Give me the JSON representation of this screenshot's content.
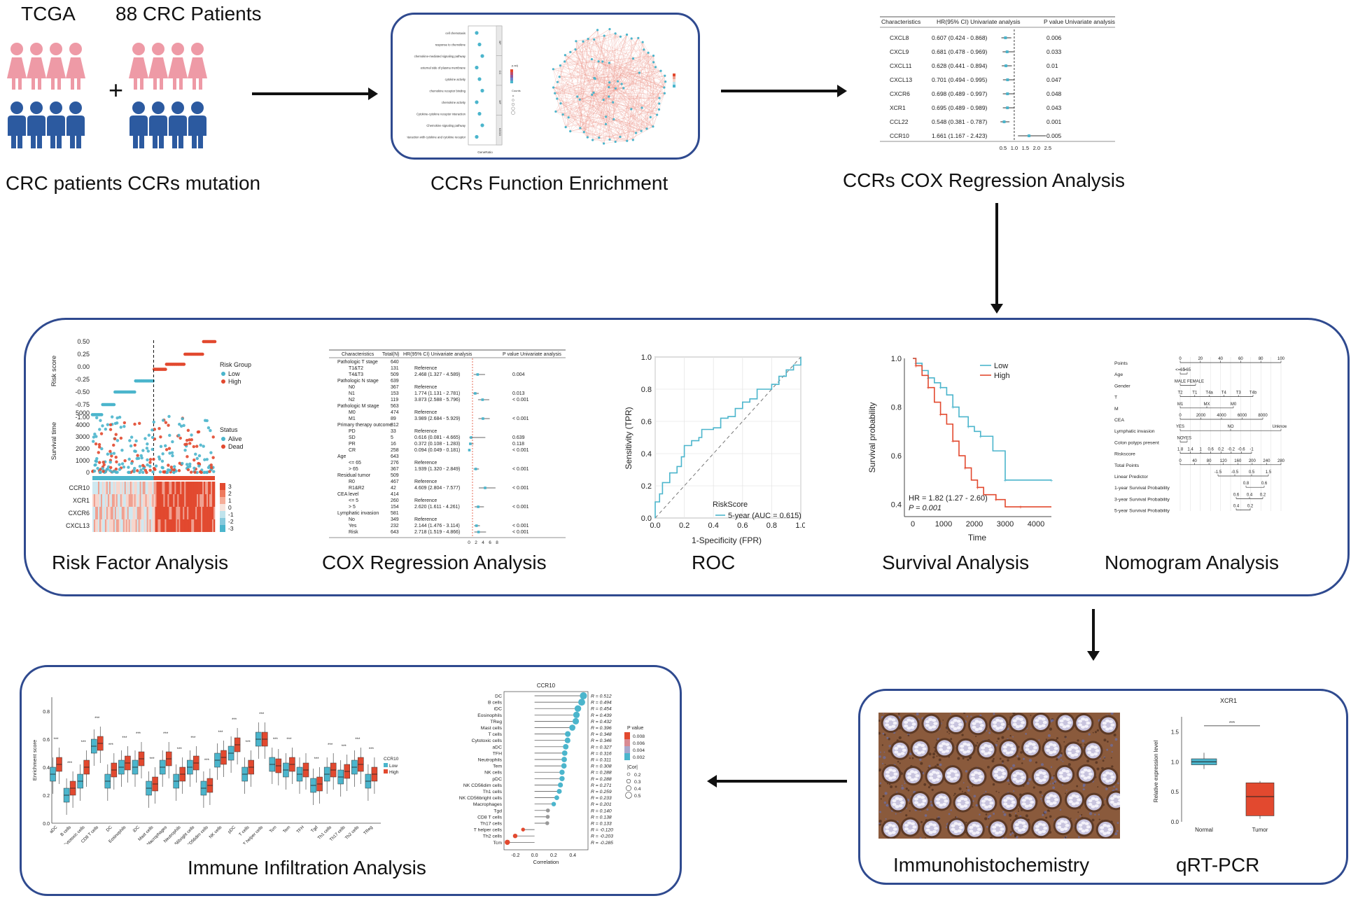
{
  "colors": {
    "panel_border": "#2f4a8f",
    "pink": "#ee9aa6",
    "blue": "#2c5aa0",
    "low": "#4bb5cc",
    "high": "#e2492f",
    "arrow": "#111111"
  },
  "top": {
    "tcga": "TCGA",
    "patients": "88 CRC Patients",
    "plus": "+",
    "cap1": "CRC patients CCRs mutation",
    "cap2": "CCRs Function Enrichment",
    "cap3": "CCRs COX Regression Analysis"
  },
  "enrichment": {
    "terms": [
      "cell chemotaxis",
      "response to chemokine",
      "chemokine-mediated signaling pathway",
      "external side of plasma membrane",
      "cytokine activity",
      "chemokine receptor binding",
      "chemokine activity",
      "Cytokine-cytokine receptor interaction",
      "Chemokine signaling pathway",
      "Viral protein interaction with cytokine and cytokine receptor"
    ],
    "facets": [
      "BP",
      "CC",
      "MF",
      "KEGG"
    ],
    "xlabel": "GeneRatio",
    "legend_padj": "p.adj",
    "legend_counts": "Counts"
  },
  "cox_top": {
    "headers": [
      "Characteristics",
      "HR(95% CI) Univariate analysis",
      "P value Univariate analysis"
    ],
    "rows": [
      {
        "name": "CXCL8",
        "hr": "0.607 (0.424 - 0.868)",
        "p": "0.006",
        "v": 0.607,
        "lo": 0.424,
        "hi": 0.868
      },
      {
        "name": "CXCL9",
        "hr": "0.681 (0.478 - 0.969)",
        "p": "0.033",
        "v": 0.681,
        "lo": 0.478,
        "hi": 0.969
      },
      {
        "name": "CXCL11",
        "hr": "0.628 (0.441 - 0.894)",
        "p": "0.01",
        "v": 0.628,
        "lo": 0.441,
        "hi": 0.894
      },
      {
        "name": "CXCL13",
        "hr": "0.701 (0.494 - 0.995)",
        "p": "0.047",
        "v": 0.701,
        "lo": 0.494,
        "hi": 0.995
      },
      {
        "name": "CXCR6",
        "hr": "0.698 (0.489 - 0.997)",
        "p": "0.048",
        "v": 0.698,
        "lo": 0.489,
        "hi": 0.997
      },
      {
        "name": "XCR1",
        "hr": "0.695 (0.489 - 0.989)",
        "p": "0.043",
        "v": 0.695,
        "lo": 0.489,
        "hi": 0.989
      },
      {
        "name": "CCL22",
        "hr": "0.548 (0.381 - 0.787)",
        "p": "0.001",
        "v": 0.548,
        "lo": 0.381,
        "hi": 0.787
      },
      {
        "name": "CCR10",
        "hr": "1.661 (1.167 - 2.423)",
        "p": "0.005",
        "v": 1.661,
        "lo": 1.167,
        "hi": 2.423
      }
    ],
    "ticks": [
      "0.5",
      "1.0",
      "1.5",
      "2.0",
      "2.5"
    ]
  },
  "middle": {
    "cap_risk": "Risk Factor Analysis",
    "cap_cox": "COX Regression Analysis",
    "cap_roc": "ROC",
    "cap_surv": "Survival Analysis",
    "cap_nomo": "Nomogram Analysis"
  },
  "risk": {
    "yticks_score": [
      "0.50",
      "0.25",
      "0.00",
      "-0.25",
      "-0.50",
      "-0.75",
      "-1.00"
    ],
    "ylabel_score": "Risk score",
    "yticks_time": [
      "5000",
      "4000",
      "3000",
      "2000",
      "1000",
      "0"
    ],
    "ylabel_time": "Survival time",
    "legend_group_title": "Risk Group",
    "legend_low": "Low",
    "legend_high": "High",
    "legend_status_title": "Status",
    "legend_alive": "Alive",
    "legend_dead": "Dead",
    "genes": [
      "CCR10",
      "XCR1",
      "CXCR6",
      "CXCL13"
    ],
    "scale": [
      "3",
      "2",
      "1",
      "0",
      "-1",
      "-2",
      "-3"
    ]
  },
  "cox_mid": {
    "headers": [
      "Characteristics",
      "Total(N)",
      "HR(95% CI) Univariate analysis",
      "P value Univariate analysis"
    ],
    "rows": [
      {
        "c": "Pathologic T stage",
        "n": "640",
        "hr": "",
        "p": ""
      },
      {
        "c": "T1&T2",
        "n": "131",
        "hr": "Reference",
        "p": ""
      },
      {
        "c": "T4&T3",
        "n": "509",
        "hr": "2.468 (1.327 - 4.589)",
        "p": "0.004"
      },
      {
        "c": "Pathologic N stage",
        "n": "639",
        "hr": "",
        "p": ""
      },
      {
        "c": "N0",
        "n": "367",
        "hr": "Reference",
        "p": ""
      },
      {
        "c": "N1",
        "n": "153",
        "hr": "1.774 (1.131 - 2.781)",
        "p": "0.013"
      },
      {
        "c": "N2",
        "n": "119",
        "hr": "3.873 (2.588 - 5.796)",
        "p": "< 0.001"
      },
      {
        "c": "Pathologic M stage",
        "n": "563",
        "hr": "",
        "p": ""
      },
      {
        "c": "M0",
        "n": "474",
        "hr": "Reference",
        "p": ""
      },
      {
        "c": "M1",
        "n": "89",
        "hr": "3.989 (2.684 - 5.929)",
        "p": "< 0.001"
      },
      {
        "c": "Primary therapy outcome",
        "n": "312",
        "hr": "",
        "p": ""
      },
      {
        "c": "PD",
        "n": "33",
        "hr": "Reference",
        "p": ""
      },
      {
        "c": "SD",
        "n": "5",
        "hr": "0.616 (0.081 - 4.665)",
        "p": "0.639"
      },
      {
        "c": "PR",
        "n": "16",
        "hr": "0.372 (0.108 - 1.283)",
        "p": "0.118"
      },
      {
        "c": "CR",
        "n": "258",
        "hr": "0.094 (0.049 - 0.181)",
        "p": "< 0.001"
      },
      {
        "c": "Age",
        "n": "643",
        "hr": "",
        "p": ""
      },
      {
        "c": "<= 65",
        "n": "276",
        "hr": "Reference",
        "p": ""
      },
      {
        "c": "> 65",
        "n": "367",
        "hr": "1.939 (1.320 - 2.849)",
        "p": "< 0.001"
      },
      {
        "c": "Residual tumor",
        "n": "509",
        "hr": "",
        "p": ""
      },
      {
        "c": "R0",
        "n": "467",
        "hr": "Reference",
        "p": ""
      },
      {
        "c": "R1&R2",
        "n": "42",
        "hr": "4.609 (2.804 - 7.577)",
        "p": "< 0.001"
      },
      {
        "c": "CEA level",
        "n": "414",
        "hr": "",
        "p": ""
      },
      {
        "c": "<= 5",
        "n": "260",
        "hr": "Reference",
        "p": ""
      },
      {
        "c": "> 5",
        "n": "154",
        "hr": "2.620 (1.611 - 4.261)",
        "p": "< 0.001"
      },
      {
        "c": "Lymphatic invasion",
        "n": "581",
        "hr": "",
        "p": ""
      },
      {
        "c": "No",
        "n": "349",
        "hr": "Reference",
        "p": ""
      },
      {
        "c": "Yes",
        "n": "232",
        "hr": "2.144 (1.476 - 3.114)",
        "p": "< 0.001"
      },
      {
        "c": "Risk",
        "n": "643",
        "hr": "2.718 (1.519 - 4.866)",
        "p": "< 0.001"
      }
    ],
    "ticks": [
      "0",
      "2",
      "4",
      "6",
      "8"
    ]
  },
  "roc": {
    "ylabel": "Sensitivity (TPR)",
    "xlabel": "1-Specificity (FPR)",
    "ticks": [
      "0.0",
      "0.2",
      "0.4",
      "0.6",
      "0.8",
      "1.0"
    ],
    "legend_title": "RiskScore",
    "legend_item": "5-year (AUC = 0.615)"
  },
  "survival": {
    "ylabel": "Survival probability",
    "xlabel": "Time",
    "yticks": [
      "1.0",
      "0.8",
      "0.6",
      "0.4"
    ],
    "xticks": [
      "0",
      "1000",
      "2000",
      "3000",
      "4000"
    ],
    "legend_low": "Low",
    "legend_high": "High",
    "hr_text": "HR = 1.82 (1.27 - 2.60)",
    "p_text": "P = 0.001"
  },
  "nomogram": {
    "rows": [
      "Points",
      "Age",
      "Gender",
      "T",
      "M",
      "CEA",
      "Lymphatic invasion",
      "Colon polyps present",
      "Riskscore",
      "Total Points",
      "Linear Predictor",
      "1-year Survival Probability",
      "3-year Survival Probability",
      "5-year Survival Probability"
    ],
    "points_ticks": [
      "0",
      "20",
      "40",
      "60",
      "80",
      "100"
    ],
    "age_labels": [
      "<=65",
      ">65"
    ],
    "gender_labels": [
      "MALE",
      "FEMALE"
    ],
    "t_labels": [
      "T2",
      "T1",
      "T4a",
      "T4",
      "T3",
      "T4b"
    ],
    "m_labels": [
      "M1",
      "MX",
      "M0"
    ],
    "cea_ticks": [
      "0",
      "2000",
      "4000",
      "6000",
      "8000"
    ],
    "lymph_labels": [
      "YES",
      "NO",
      "Unknown"
    ],
    "polyp_labels": [
      "NO",
      "YES"
    ],
    "risk_ticks": [
      "1.8",
      "1.4",
      "1",
      "0.6",
      "0.2",
      "-0.2",
      "-0.6",
      "-1"
    ],
    "total_ticks": [
      "0",
      "40",
      "80",
      "120",
      "160",
      "200",
      "240",
      "280"
    ],
    "lp_ticks": [
      "-1.5",
      "-0.5",
      "0.5",
      "1.5"
    ],
    "y1": [
      "0.8",
      "0.6"
    ],
    "y3": [
      "0.6",
      "0.4",
      "0.2"
    ],
    "y5": [
      "0.4",
      "0.2"
    ]
  },
  "bottom": {
    "cap_immune": "Immune Infiltration Analysis",
    "cap_ihc": "Immunohistochemistry",
    "cap_qpcr": "qRT-PCR"
  },
  "immune_box": {
    "ylabel": "Enrichment score",
    "yticks": [
      "0.8",
      "0.6",
      "0.4",
      "0.2",
      "0.0"
    ],
    "legend_title": "CCR10",
    "legend_low": "Low",
    "legend_high": "High",
    "cells": [
      "aDC",
      "B cells",
      "Cytotoxic cells",
      "CD8 T cells",
      "DC",
      "Eosinophils",
      "iDC",
      "Mast cells",
      "Macrophages",
      "Neutrophils",
      "NK CD56bright cells",
      "NK CD56dim cells",
      "NK cells",
      "pDC",
      "T cells",
      "T helper cells",
      "Tcm",
      "Tem",
      "TFH",
      "Tgd",
      "Th1 cells",
      "Th17 cells",
      "Th2 cells",
      "TReg"
    ],
    "low": [
      0.35,
      0.2,
      0.3,
      0.55,
      0.3,
      0.4,
      0.4,
      0.25,
      0.4,
      0.3,
      0.4,
      0.25,
      0.45,
      0.5,
      0.35,
      0.6,
      0.42,
      0.38,
      0.35,
      0.27,
      0.35,
      0.33,
      0.4,
      0.3
    ],
    "high": [
      0.42,
      0.25,
      0.4,
      0.57,
      0.38,
      0.43,
      0.46,
      0.28,
      0.46,
      0.35,
      0.43,
      0.27,
      0.47,
      0.56,
      0.4,
      0.6,
      0.41,
      0.42,
      0.38,
      0.28,
      0.38,
      0.37,
      0.42,
      0.35
    ],
    "sig": [
      "***",
      "***",
      "***",
      "***",
      "***",
      "***",
      "***",
      "***",
      "***",
      "***",
      "***",
      "***",
      "***",
      "***",
      "***",
      "***",
      "***",
      "***",
      "",
      "***",
      "***",
      "***",
      "***",
      "***"
    ]
  },
  "lollipop": {
    "title": "CCR10",
    "xlabel": "Correlation",
    "xticks": [
      "-0.2",
      "0.0",
      "0.2",
      "0.4"
    ],
    "legend_p": "P value",
    "legend_p_vals": [
      "0.008",
      "0.006",
      "0.004",
      "0.002"
    ],
    "legend_cor": "|Cor|",
    "legend_cor_vals": [
      "0.2",
      "0.3",
      "0.4",
      "0.5"
    ],
    "items": [
      {
        "cell": "DC",
        "r": 0.512,
        "lab": "R = 0.512"
      },
      {
        "cell": "B cells",
        "r": 0.494,
        "lab": "R = 0.494"
      },
      {
        "cell": "iDC",
        "r": 0.454,
        "lab": "R = 0.454"
      },
      {
        "cell": "Eosinophils",
        "r": 0.439,
        "lab": "R = 0.439"
      },
      {
        "cell": "TReg",
        "r": 0.432,
        "lab": "R = 0.432"
      },
      {
        "cell": "Mast cells",
        "r": 0.396,
        "lab": "R = 0.396"
      },
      {
        "cell": "T cells",
        "r": 0.348,
        "lab": "R = 0.348"
      },
      {
        "cell": "Cytotoxic cells",
        "r": 0.346,
        "lab": "R = 0.346"
      },
      {
        "cell": "aDC",
        "r": 0.327,
        "lab": "R = 0.327"
      },
      {
        "cell": "TFH",
        "r": 0.316,
        "lab": "R = 0.316"
      },
      {
        "cell": "Neutrophils",
        "r": 0.311,
        "lab": "R = 0.311"
      },
      {
        "cell": "Tem",
        "r": 0.308,
        "lab": "R = 0.308"
      },
      {
        "cell": "NK cells",
        "r": 0.288,
        "lab": "R = 0.288"
      },
      {
        "cell": "pDC",
        "r": 0.288,
        "lab": "R = 0.288"
      },
      {
        "cell": "NK CD56dim cells",
        "r": 0.271,
        "lab": "R = 0.271"
      },
      {
        "cell": "Th1 cells",
        "r": 0.259,
        "lab": "R = 0.259"
      },
      {
        "cell": "NK CD56bright cells",
        "r": 0.233,
        "lab": "R = 0.233"
      },
      {
        "cell": "Macrophages",
        "r": 0.201,
        "lab": "R = 0.201"
      },
      {
        "cell": "Tgd",
        "r": 0.14,
        "lab": "R = 0.140"
      },
      {
        "cell": "CD8 T cells",
        "r": 0.138,
        "lab": "R = 0.138"
      },
      {
        "cell": "Th17 cells",
        "r": 0.133,
        "lab": "R = 0.133"
      },
      {
        "cell": "T helper cells",
        "r": -0.12,
        "lab": "R = -0.120"
      },
      {
        "cell": "Th2 cells",
        "r": -0.203,
        "lab": "R = -0.203"
      },
      {
        "cell": "Tcm",
        "r": -0.285,
        "lab": "R = -0.285"
      }
    ]
  },
  "qpcr": {
    "title": "XCR1",
    "ylabel": "Relative expression level",
    "yticks": [
      "1.5",
      "1.0",
      "0.5",
      "0.0"
    ],
    "xlabels": [
      "Normal",
      "Tumor"
    ],
    "sig": "***"
  }
}
